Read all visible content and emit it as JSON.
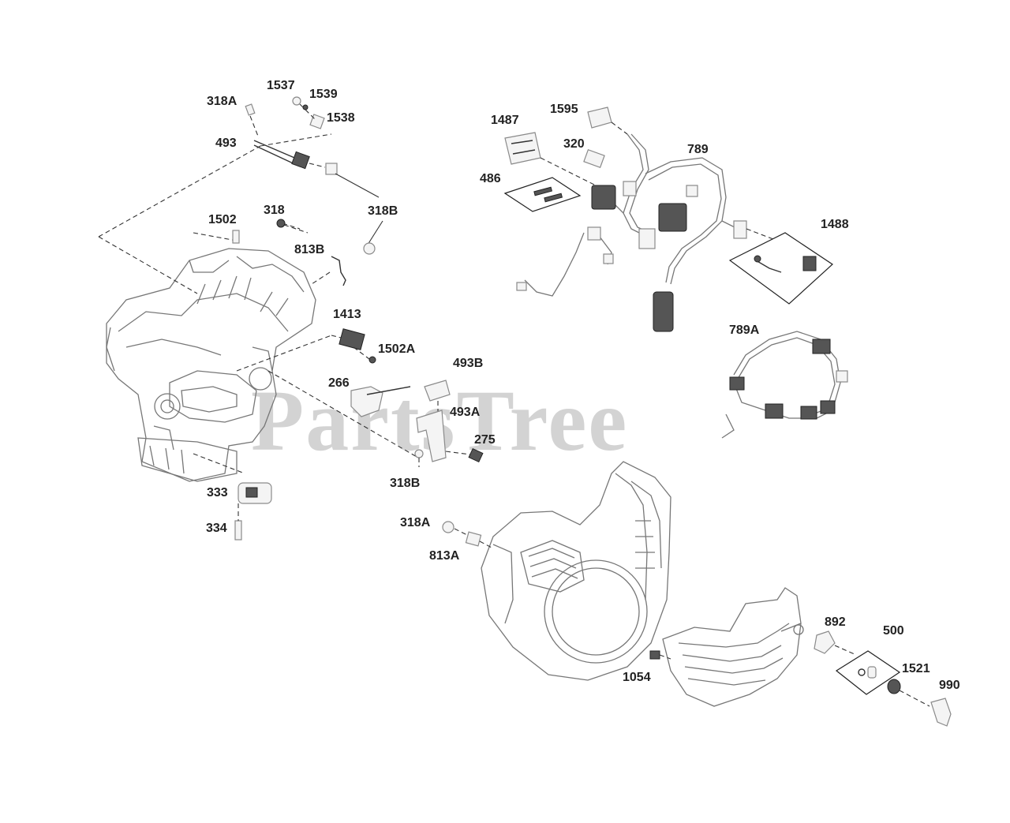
{
  "watermark": "PartsTree",
  "labels": {
    "l318A_top": "318A",
    "l1537": "1537",
    "l1539": "1539",
    "l1538": "1538",
    "l493": "493",
    "l318B_top": "318B",
    "l1502": "1502",
    "l318": "318",
    "l813B": "813B",
    "l1413": "1413",
    "l1502A": "1502A",
    "l493B": "493B",
    "l266": "266",
    "l493A": "493A",
    "l275": "275",
    "l318B_mid": "318B",
    "l333": "333",
    "l334": "334",
    "l318A_mid": "318A",
    "l813A": "813A",
    "l1487": "1487",
    "l1595": "1595",
    "l320": "320",
    "l789": "789",
    "l486": "486",
    "l1488": "1488",
    "l789A": "789A",
    "l892": "892",
    "l500": "500",
    "l1521": "1521",
    "l990": "990",
    "l1054": "1054"
  }
}
